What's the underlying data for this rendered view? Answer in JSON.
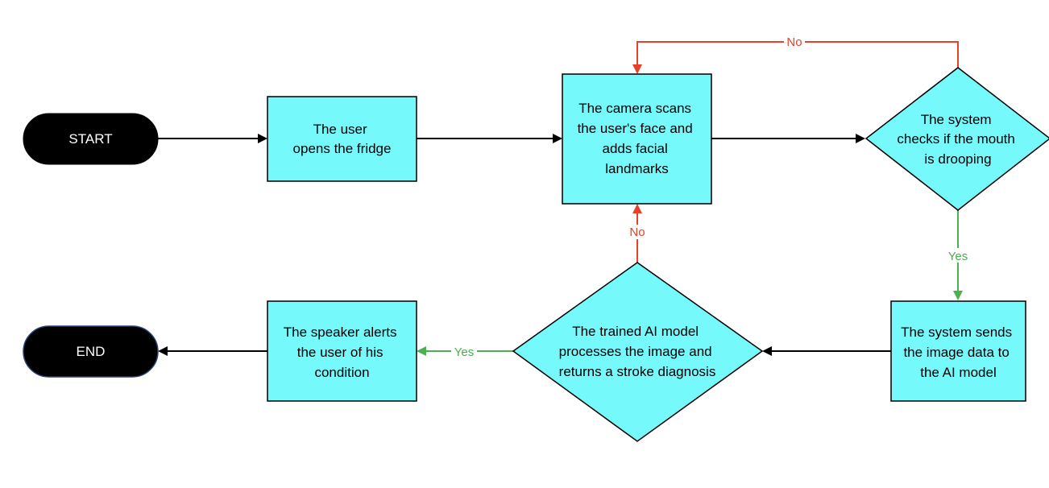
{
  "colors": {
    "process_fill": "#75f9fb",
    "terminal_fill": "#000000",
    "no_edge": "#e8402a",
    "yes_edge": "#4caf50",
    "default_edge": "#000000"
  },
  "nodes": {
    "start": {
      "label": "START"
    },
    "open_fridge": {
      "lines": [
        "The user",
        "opens the fridge"
      ]
    },
    "camera_scan": {
      "lines": [
        "The camera scans",
        "the user's face and",
        "adds facial",
        "landmarks"
      ]
    },
    "mouth_check": {
      "lines": [
        "The system",
        "checks if the mouth",
        "is drooping"
      ]
    },
    "send_data": {
      "lines": [
        "The system sends",
        "the image data to",
        "the AI model"
      ]
    },
    "ai_model": {
      "lines": [
        "The trained AI model",
        "processes the image and",
        "returns a stroke diagnosis"
      ]
    },
    "speaker_alert": {
      "lines": [
        "The speaker alerts",
        "the user of his",
        "condition"
      ]
    },
    "end": {
      "label": "END"
    }
  },
  "edge_labels": {
    "mouth_no": "No",
    "mouth_yes": "Yes",
    "model_no": "No",
    "model_yes": "Yes"
  }
}
